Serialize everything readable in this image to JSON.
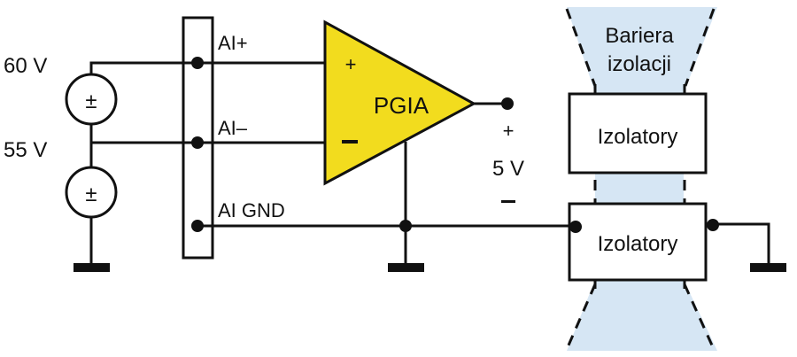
{
  "diagram": {
    "type": "circuit",
    "colors": {
      "wire": "#111111",
      "amplifier_fill": "#f2dc1e",
      "barrier_fill": "#d6e6f4",
      "background": "#ffffff"
    },
    "sources": [
      {
        "id": "source-top",
        "voltage_label": "60 V",
        "symbol": "±"
      },
      {
        "id": "source-bottom",
        "voltage_label": "55 V",
        "symbol": "±"
      }
    ],
    "terminals": {
      "ai_plus": "AI+",
      "ai_minus": "AI–",
      "ai_gnd": "AI GND"
    },
    "amplifier": {
      "label": "PGIA",
      "input_plus": "+",
      "input_minus": "–"
    },
    "output": {
      "plus": "+",
      "voltage": "5 V",
      "minus": "–"
    },
    "barrier": {
      "label_line1": "Bariera",
      "label_line2": "izolacji"
    },
    "isolators": [
      {
        "label": "Izolatory"
      },
      {
        "label": "Izolatory"
      }
    ]
  }
}
